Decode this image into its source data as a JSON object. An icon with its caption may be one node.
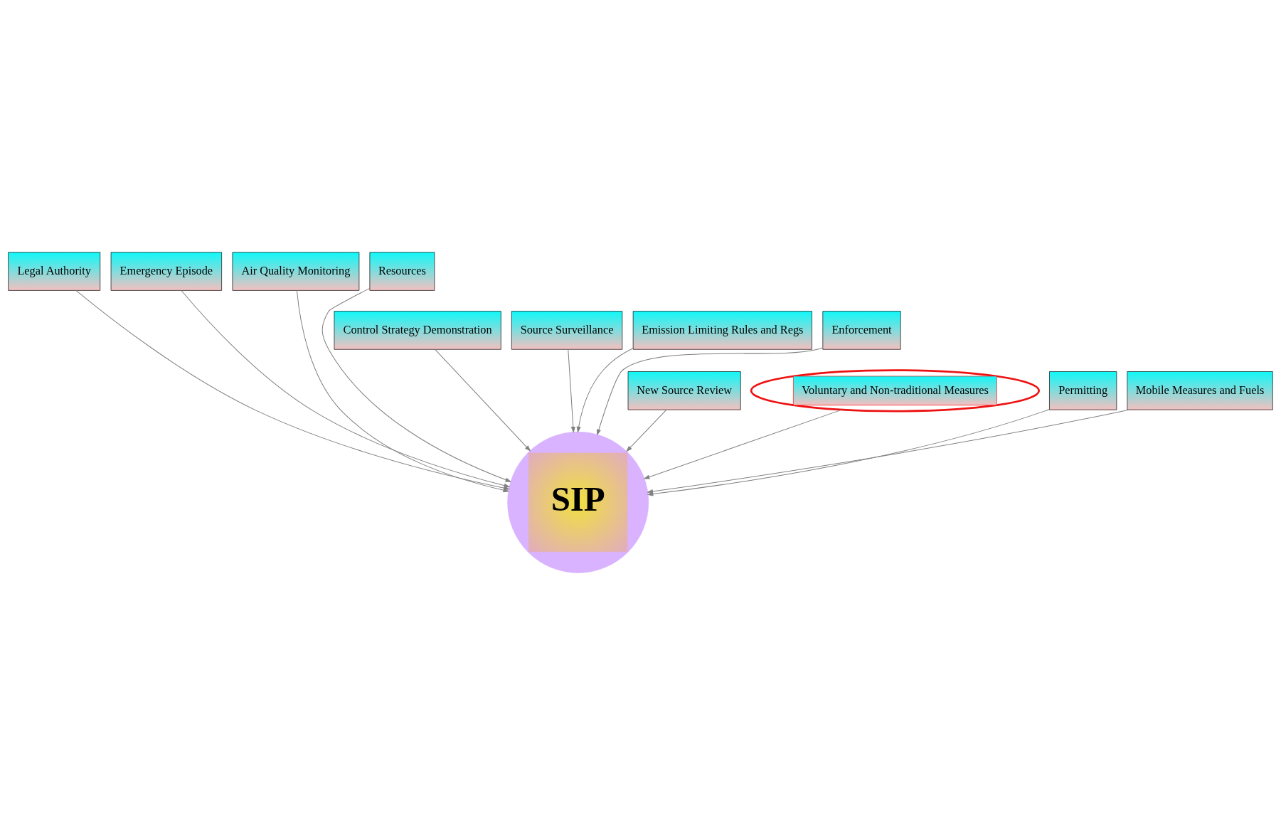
{
  "diagram": {
    "nodes": [
      {
        "text": [
          "SIP"
        ]
      },
      {
        "text": [
          "Legal Authority"
        ]
      },
      {
        "text": [
          "Emergency Episode"
        ]
      },
      {
        "text": [
          "Air Quality Monitoring"
        ]
      },
      {
        "text": [
          "Resources"
        ]
      },
      {
        "text": [
          "Control Strategy Demonstration"
        ]
      },
      {
        "text": [
          "Source Surveillance"
        ]
      },
      {
        "text": [
          "Emission Limiting Rules and Regs"
        ]
      },
      {
        "text": [
          "Enforcement"
        ]
      },
      {
        "text": [
          "New Source Review"
        ]
      },
      {
        "text": [
          "Voluntary and Non-traditional Measures"
        ]
      },
      {
        "text": [
          "Permitting"
        ]
      },
      {
        "text": [
          "Mobile Measures and Fuels"
        ]
      }
    ],
    "edges": [
      {
        "from": 1,
        "to": 0,
        "arrow": "to"
      },
      {
        "from": 2,
        "to": 0,
        "arrow": "to"
      },
      {
        "from": 3,
        "to": 0,
        "arrow": "to"
      },
      {
        "from": 4,
        "to": 0,
        "arrow": "to"
      },
      {
        "from": 5,
        "to": 0,
        "arrow": "to"
      },
      {
        "from": 6,
        "to": 0,
        "arrow": "to"
      },
      {
        "from": 7,
        "to": 0,
        "arrow": "to"
      },
      {
        "from": 8,
        "to": 0,
        "arrow": "to"
      },
      {
        "from": 9,
        "to": 0,
        "arrow": "to"
      },
      {
        "from": 10,
        "to": 0,
        "arrow": "to"
      },
      {
        "from": 11,
        "to": 0,
        "arrow": "to"
      },
      {
        "from": 12,
        "to": 0,
        "arrow": "to"
      }
    ]
  }
}
